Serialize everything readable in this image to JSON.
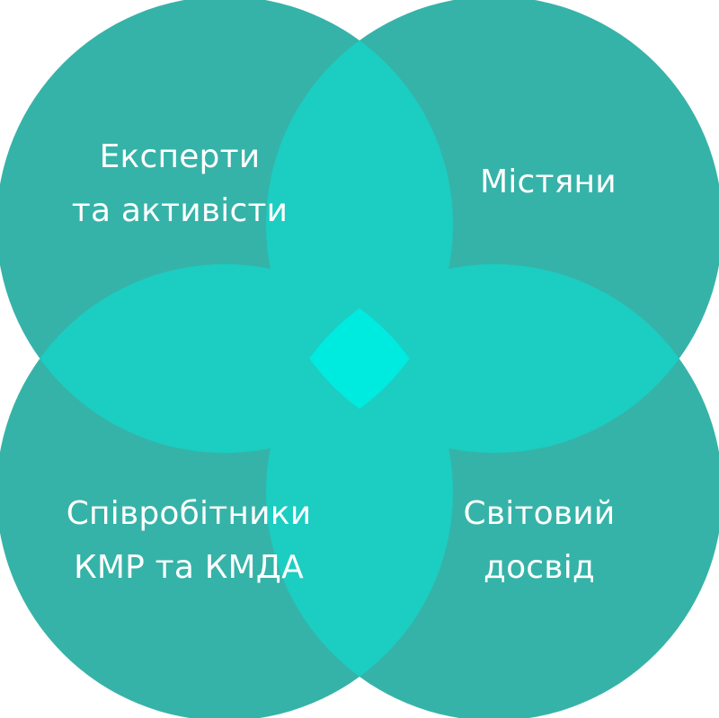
{
  "diagram": {
    "base_color": "#36b3a8",
    "overlap_two_color": "#1ccdc2",
    "center_color": "#00ebe0",
    "background": "#ffffff",
    "groups": [
      {
        "key": "top_left",
        "lines": [
          "Експерти",
          "та активісти"
        ]
      },
      {
        "key": "top_right",
        "lines": [
          "Містяни"
        ]
      },
      {
        "key": "bottom_left",
        "lines": [
          "Співробітники",
          "КМР та КМДА"
        ]
      },
      {
        "key": "bottom_right",
        "lines": [
          "Світовий",
          "досвід"
        ]
      }
    ]
  }
}
